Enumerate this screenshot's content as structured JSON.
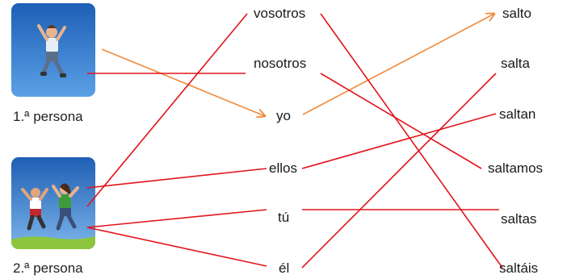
{
  "exercise": {
    "groups": [
      {
        "caption": "1.ª persona"
      },
      {
        "caption": "2.ª persona"
      }
    ],
    "pronouns": [
      "vosotros",
      "nosotros",
      "yo",
      "ellos",
      "tú",
      "él"
    ],
    "verb_forms": [
      "salto",
      "salta",
      "saltan",
      "saltamos",
      "saltas",
      "saltáis"
    ],
    "colors": {
      "example_line": "#f08a3c",
      "answer_line": "#e2141c",
      "sky": "#2f6fc0",
      "grass": "#8cc63f"
    }
  }
}
